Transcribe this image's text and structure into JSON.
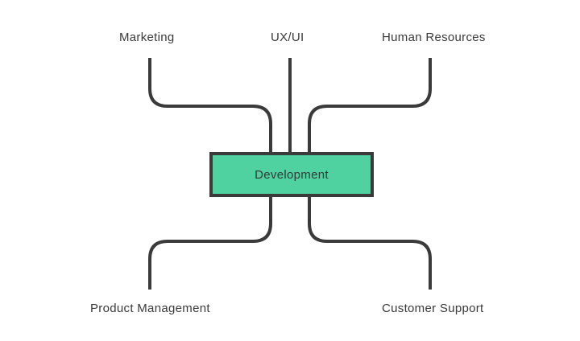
{
  "center": {
    "label": "Development",
    "fill_color": "#4fd1a0",
    "stroke_color": "#3a3a3a"
  },
  "nodes": {
    "marketing": "Marketing",
    "ux_ui": "UX/UI",
    "human_resources": "Human Resources",
    "product_management": "Product Management",
    "customer_support": "Customer Support"
  },
  "connector_color": "#3a3a3a"
}
